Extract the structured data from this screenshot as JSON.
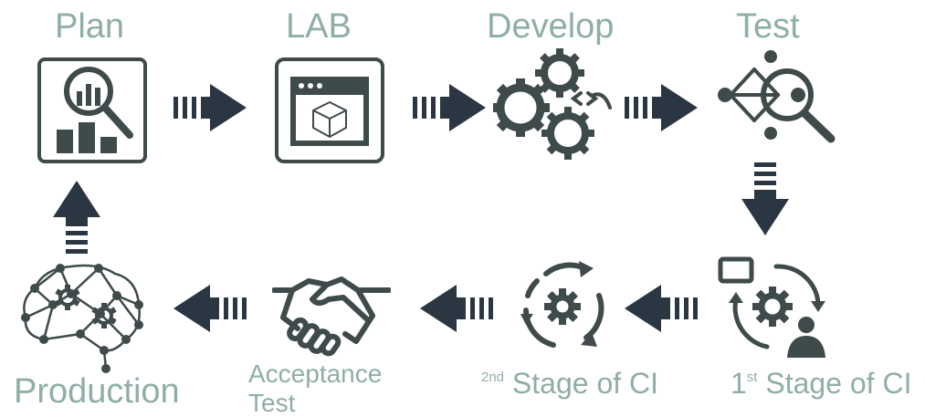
{
  "stages": {
    "plan": "Plan",
    "lab": "LAB",
    "develop": "Develop",
    "test": "Test",
    "ci1_prefix": "1",
    "ci1_sup": "st",
    "ci1_label": "Stage of CI",
    "ci2_sup": "2nd",
    "ci2_label": "Stage of CI",
    "acceptance_line1": "Acceptance",
    "acceptance_line2": "Test",
    "production": "Production"
  },
  "colors": {
    "icon": "#3f4a4a",
    "arrow": "#2a3642",
    "label": "#8fafa5"
  }
}
